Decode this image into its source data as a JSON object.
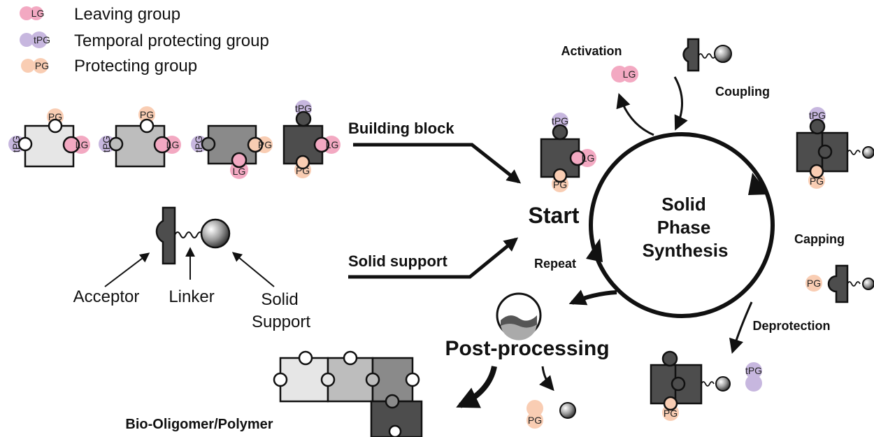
{
  "colors": {
    "leaving_group": "#f3a9c2",
    "temporal_protecting_group": "#c7b7df",
    "protecting_group": "#f9cdb3",
    "piece_1": "#e6e6e6",
    "piece_2": "#bdbdbd",
    "piece_3": "#8a8a8a",
    "piece_4": "#4d4d4d",
    "outline": "#111111"
  },
  "legend": {
    "items": [
      {
        "badge": "LG",
        "label": "Leaving group"
      },
      {
        "badge": "tPG",
        "label": "Temporal protecting group"
      },
      {
        "badge": "PG",
        "label": "Protecting group"
      }
    ]
  },
  "badges": {
    "lg": "LG",
    "tpg": "tPG",
    "pg": "PG"
  },
  "arrows": {
    "building_block": "Building block",
    "solid_support": "Solid support"
  },
  "support_parts": {
    "acceptor": "Acceptor",
    "linker": "Linker",
    "solid_support_l1": "Solid",
    "solid_support_l2": "Support"
  },
  "center": {
    "start": "Start",
    "repeat": "Repeat",
    "cycle_l1": "Solid",
    "cycle_l2": "Phase",
    "cycle_l3": "Synthesis"
  },
  "steps": {
    "activation": "Activation",
    "coupling": "Coupling",
    "capping": "Capping",
    "deprotection": "Deprotection"
  },
  "post_processing": "Post-processing",
  "product": "Bio-Oligomer/Polymer"
}
